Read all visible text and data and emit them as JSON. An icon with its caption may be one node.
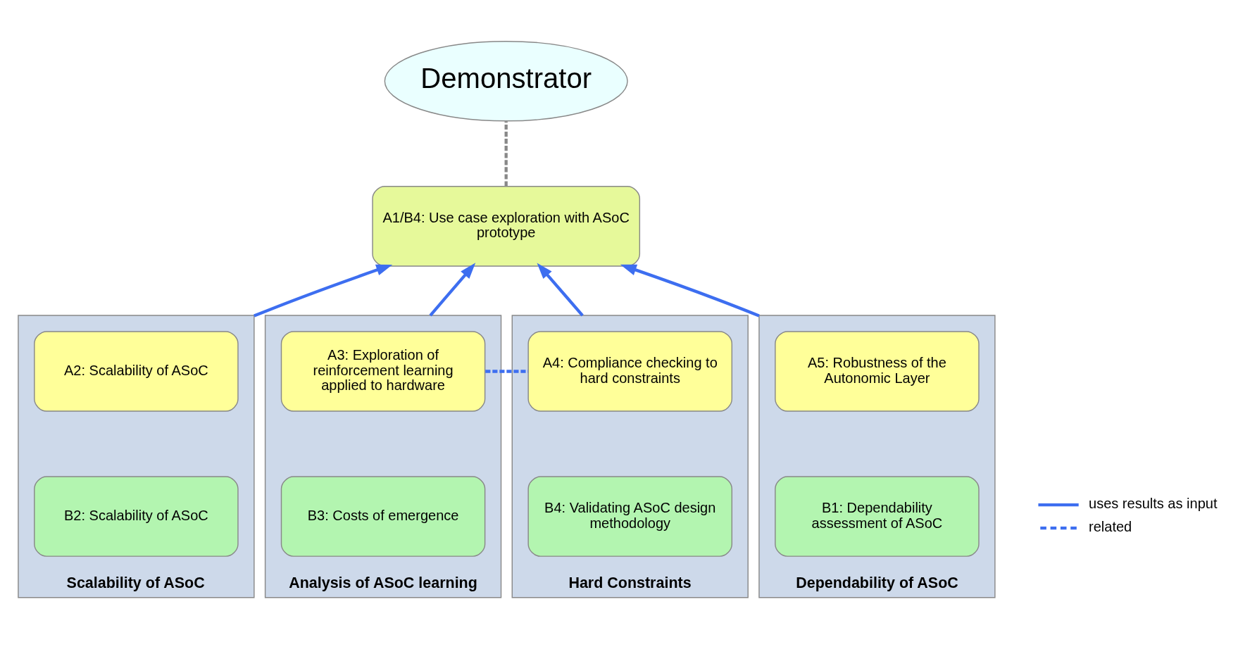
{
  "diagram": {
    "nodes": [
      {
        "text": [
          "Demonstrator"
        ]
      },
      {
        "text": [
          "A1/B4: Use case exploration with ASoC prototype"
        ]
      },
      {
        "text": [
          "Scalability of ASoC"
        ]
      },
      {
        "text": [
          "A2: Scalability of ASoC"
        ],
        "in": 2
      },
      {
        "text": [
          "B2: Scalability of ASoC"
        ],
        "in": 2
      },
      {
        "text": [
          "Analysis of ASoC learning"
        ]
      },
      {
        "text": [
          "A3: Exploration of reinforcement learning applied to hardware"
        ],
        "in": 5
      },
      {
        "text": [
          "B3: Costs of emergence"
        ],
        "in": 5
      },
      {
        "text": [
          "Hard Constraints"
        ]
      },
      {
        "text": [
          "A4: Compliance checking to hard constraints"
        ],
        "in": 8
      },
      {
        "text": [
          "B4: Validating ASoC design methodology"
        ],
        "in": 8
      },
      {
        "text": [
          "Dependability of ASoC"
        ]
      },
      {
        "text": [
          "A5: Robustness of the Autonomic Layer"
        ],
        "in": 11
      },
      {
        "text": [
          "B1: Dependability assessment of ASoC"
        ],
        "in": 11
      }
    ],
    "edges": [
      {
        "from": 1,
        "to": 0,
        "arrow": "none",
        "style": "dashed",
        "color": "#888888"
      },
      {
        "from": 2,
        "to": 1,
        "arrow": "to"
      },
      {
        "from": 5,
        "to": 1,
        "arrow": "to"
      },
      {
        "from": 8,
        "to": 1,
        "arrow": "to"
      },
      {
        "from": 11,
        "to": 1,
        "arrow": "to"
      },
      {
        "from": 6,
        "to": 9,
        "arrow": "none",
        "style": "dashed"
      }
    ],
    "legend": [
      {
        "text": "uses results as input"
      },
      {
        "text": "related"
      }
    ]
  }
}
